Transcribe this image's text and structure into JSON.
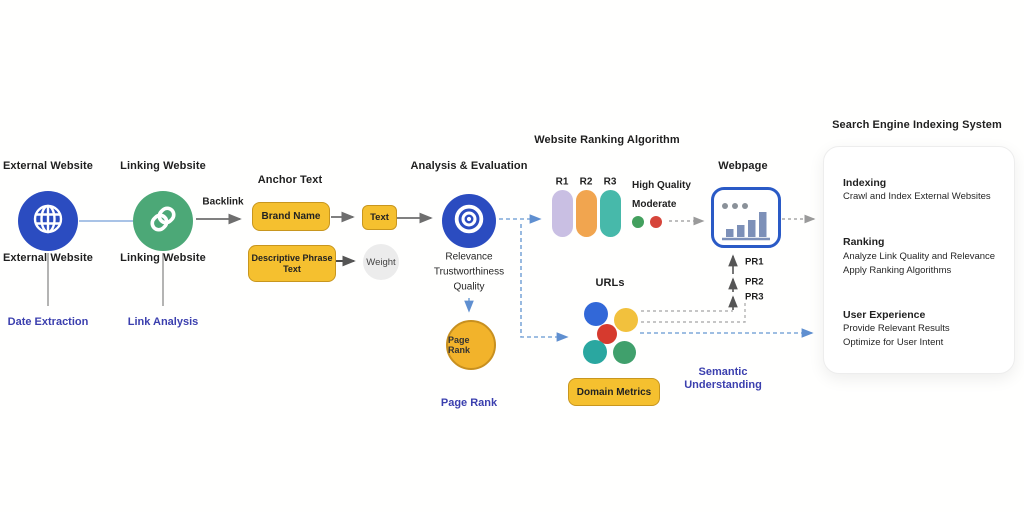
{
  "palette": {
    "node_blue": "#2b4cc0",
    "node_green": "#4ca877",
    "accent_yellow": "#f5c02f",
    "yellow_border": "#c8961e",
    "label_blue": "#3b3fae",
    "pill_lavender": "#c9bfe3",
    "pill_orange": "#f1a54f",
    "pill_teal": "#47b9aa",
    "dot_green": "#43a05e",
    "dot_red": "#d6453a",
    "webpage_border": "#2a5ac6",
    "bar_slate": "#7d90b8",
    "url_blue": "#3268d8",
    "url_yellow": "#f2c13d",
    "url_red": "#d63a2e",
    "url_teal": "#2aa7a0",
    "url_green": "#40a06c"
  },
  "external": {
    "title": "External Website",
    "caption": "External Website",
    "sub": "Date Extraction"
  },
  "linking": {
    "title": "Linking Website",
    "caption": "Linking Website",
    "sub": "Link Analysis"
  },
  "backlink_label": "Backlink",
  "anchor": {
    "title": "Anchor Text",
    "brand": "Brand Name",
    "text_node": "Text",
    "descriptive": "Descriptive Phrase Text",
    "weight": "Weight"
  },
  "analysis": {
    "title": "Analysis & Evaluation",
    "criteria": [
      "Relevance",
      "Trustworthiness",
      "Quality"
    ],
    "pagerank_node": "Page Rank",
    "pagerank_caption": "Page Rank"
  },
  "ranking": {
    "title": "Website Ranking Algorithm",
    "pills": [
      "R1",
      "R2",
      "R3"
    ],
    "high_quality": "High Quality",
    "moderate": "Moderate"
  },
  "webpage": {
    "title": "Webpage",
    "pr": [
      "PR1",
      "PR2",
      "PR3"
    ]
  },
  "urls": {
    "title": "URLs",
    "domain_metrics": "Domain Metrics",
    "semantic": "Semantic Understanding"
  },
  "indexing_panel": {
    "title": "Search Engine Indexing System",
    "sections": [
      {
        "heading": "Indexing",
        "lines": [
          "Crawl and Index External Websites"
        ]
      },
      {
        "heading": "Ranking",
        "lines": [
          "Analyze Link Quality and Relevance",
          "Apply Ranking Algorithms"
        ]
      },
      {
        "heading": "User Experience",
        "lines": [
          "Provide Relevant Results",
          "Optimize for User Intent"
        ]
      }
    ]
  }
}
